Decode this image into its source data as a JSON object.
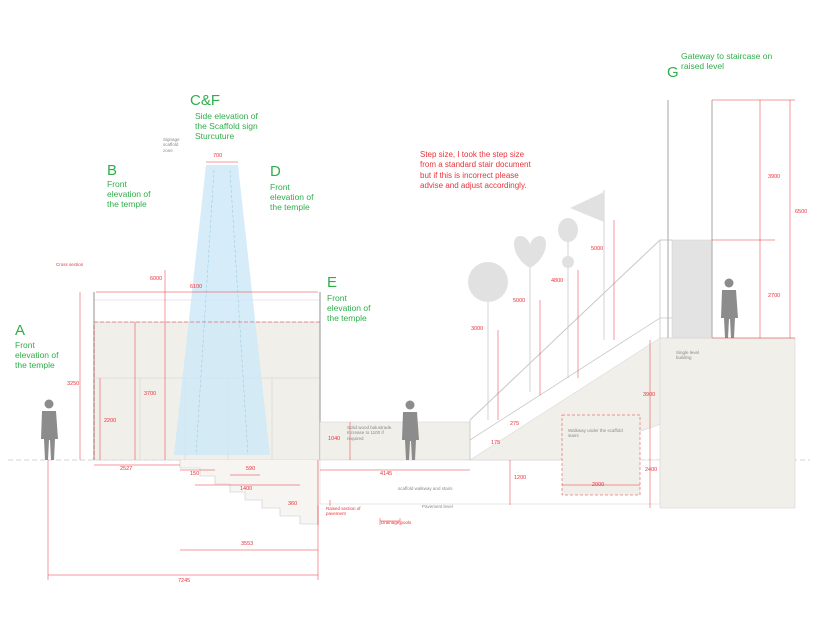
{
  "labels": {
    "a_letter": "A",
    "a_desc": "Front elevation of the temple",
    "b_letter": "B",
    "b_desc": "Front elevation of the temple",
    "cf_letter": "C&F",
    "cf_desc": "Side elevation of the Scaffold sign Sturcuture",
    "d_letter": "D",
    "d_desc": "Front elevation of the temple",
    "e_letter": "E",
    "e_desc": "Front elevation of the temple",
    "g_letter": "G",
    "g_desc": "Gateway to staircase on raised level"
  },
  "note": "Step size, I took the step size from a standard stair document but if this is incorrect please advise and adjust accordingly.",
  "annotations": {
    "cross_section": "Cross section",
    "signage_zone": "Signage scaffold zone",
    "solid_wood": "Solid wood balustrade. Increase to 1100 if required",
    "walkway_under": "Walkway under the scaffold stairs",
    "single_level": "Single level building",
    "scaffold_walkway": "scaffold walkway and stairs",
    "pavement_level": "Pavement level",
    "raised_section": "Raised section of pavement",
    "drainage": "Drainage pools"
  },
  "dimensions": {
    "d700": "700",
    "d6100": "6100",
    "d6000": "6000",
    "d3250": "3250",
    "d3700": "3700",
    "d2200": "2200",
    "d2527": "2527",
    "d150": "150",
    "d590": "590",
    "d1400": "1400",
    "d360": "360",
    "d3553": "3553",
    "d7245": "7245",
    "d1040": "1040",
    "d4145": "4145",
    "d3000a": "3000",
    "d5000a": "5000",
    "d4800": "4800",
    "d5000b": "5000",
    "d275": "275",
    "d175": "175",
    "d1200": "1200",
    "d2000": "2000",
    "d3900": "3900",
    "d2400": "2400",
    "d3900b": "3900",
    "d2700": "2700",
    "d6500": "6500"
  },
  "colors": {
    "label_green": "#2fae4a",
    "dimension_red": "#e8333a",
    "wall_fill": "#f1efea",
    "sign_blue": "#cfe9f7",
    "figure_grey": "#8c8c8c"
  }
}
